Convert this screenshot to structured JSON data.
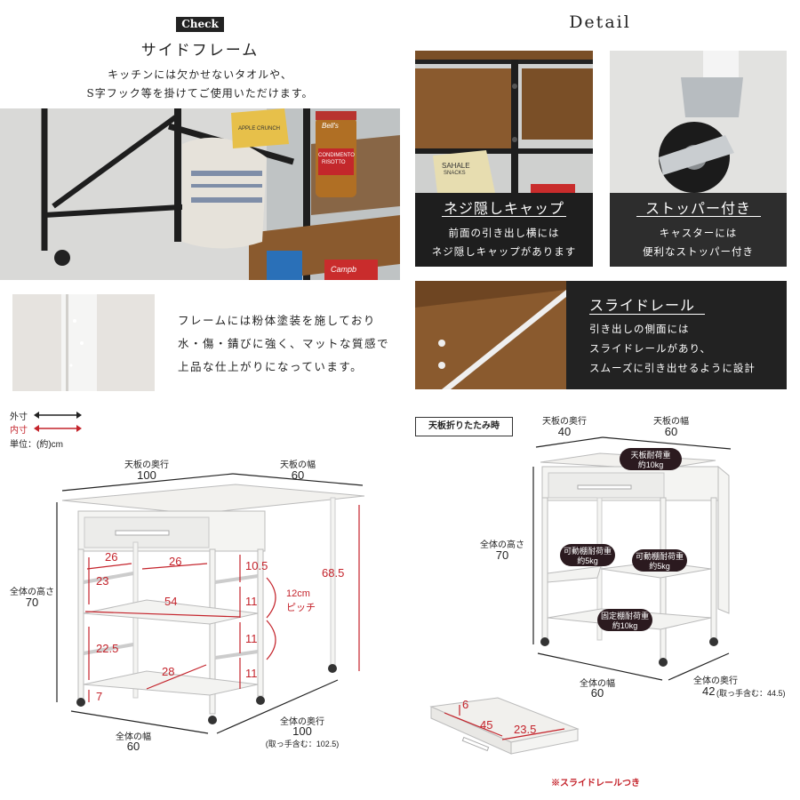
{
  "sections": {
    "check_tag": "Check",
    "check_title": "サイドフレーム",
    "check_desc_1": "キッチンには欠かせないタオルや、",
    "check_desc_2": "S字フック等を掛けてご使用いただけます。",
    "detail_title": "Detail",
    "finish_text_1": "フレームには粉体塗装を施しており",
    "finish_text_2": "水・傷・錆びに強く、マットな質感で",
    "finish_text_3": "上品な仕上がりになっています。"
  },
  "features": [
    {
      "title": "ネジ隠しキャップ",
      "line1": "前面の引き出し横には",
      "line2": "ネジ隠しキャップがあります"
    },
    {
      "title": "ストッパー付き",
      "line1": "キャスターには",
      "line2": "便利なストッパー付き"
    },
    {
      "title": "スライドレール",
      "line1": "引き出しの側面には",
      "line2": "スライドレールがあり、",
      "line3": "スムーズに引き出せるように設計"
    }
  ],
  "photo_labels": {
    "jar_brand": "Bell's",
    "jar_label_1": "CONDIMENTO",
    "jar_label_2": "RISOTTO",
    "bag_label_1": "SAHALE",
    "bag_label_2": "SNACKS",
    "can_label": "Campb",
    "crunch_label": "APPLE CRUNCH"
  },
  "legend": {
    "outer": "外寸",
    "inner": "内寸",
    "unit": "単位：(約)cm"
  },
  "left_diagram": {
    "top_depth_label": "天板の奥行",
    "top_depth": "100",
    "top_width_label": "天板の幅",
    "top_width": "60",
    "height_label": "全体の高さ",
    "height": "70",
    "total_width_label": "全体の幅",
    "total_width": "60",
    "total_depth_label": "全体の奥行",
    "total_depth": "100",
    "total_depth_note": "(取っ手含む：102.5)",
    "inner_26a": "26",
    "inner_26b": "26",
    "inner_23": "23",
    "inner_54": "54",
    "inner_22_5": "22.5",
    "inner_28": "28",
    "inner_7": "7",
    "inner_10_5": "10.5",
    "inner_11a": "11",
    "inner_11b": "11",
    "inner_11c": "11",
    "inner_68_5": "68.5",
    "pitch_1": "12cm",
    "pitch_2": "ピッチ"
  },
  "right_diagram": {
    "folded_label": "天板折りたたみ時",
    "top_depth_label": "天板の奥行",
    "top_depth": "40",
    "top_width_label": "天板の幅",
    "top_width": "60",
    "height_label": "全体の高さ",
    "height": "70",
    "total_width_label": "全体の幅",
    "total_width": "60",
    "total_depth_label": "全体の奥行",
    "total_depth": "42",
    "total_depth_note": "(取っ手含む：44.5)",
    "badge_top_1": "天板耐荷重",
    "badge_top_2": "約10kg",
    "badge_shelf_l_1": "可動棚耐荷重",
    "badge_shelf_l_2": "約5kg",
    "badge_shelf_r_1": "可動棚耐荷重",
    "badge_shelf_r_2": "約5kg",
    "badge_fixed_1": "固定棚耐荷重",
    "badge_fixed_2": "約10kg"
  },
  "drawer_diagram": {
    "depth": "45",
    "width": "23.5",
    "height": "6",
    "note": "※スライドレールつき"
  },
  "colors": {
    "dark": "#222222",
    "red": "#c4232b",
    "badge": "#2b1a1f",
    "wood": "#8a5a2e"
  }
}
